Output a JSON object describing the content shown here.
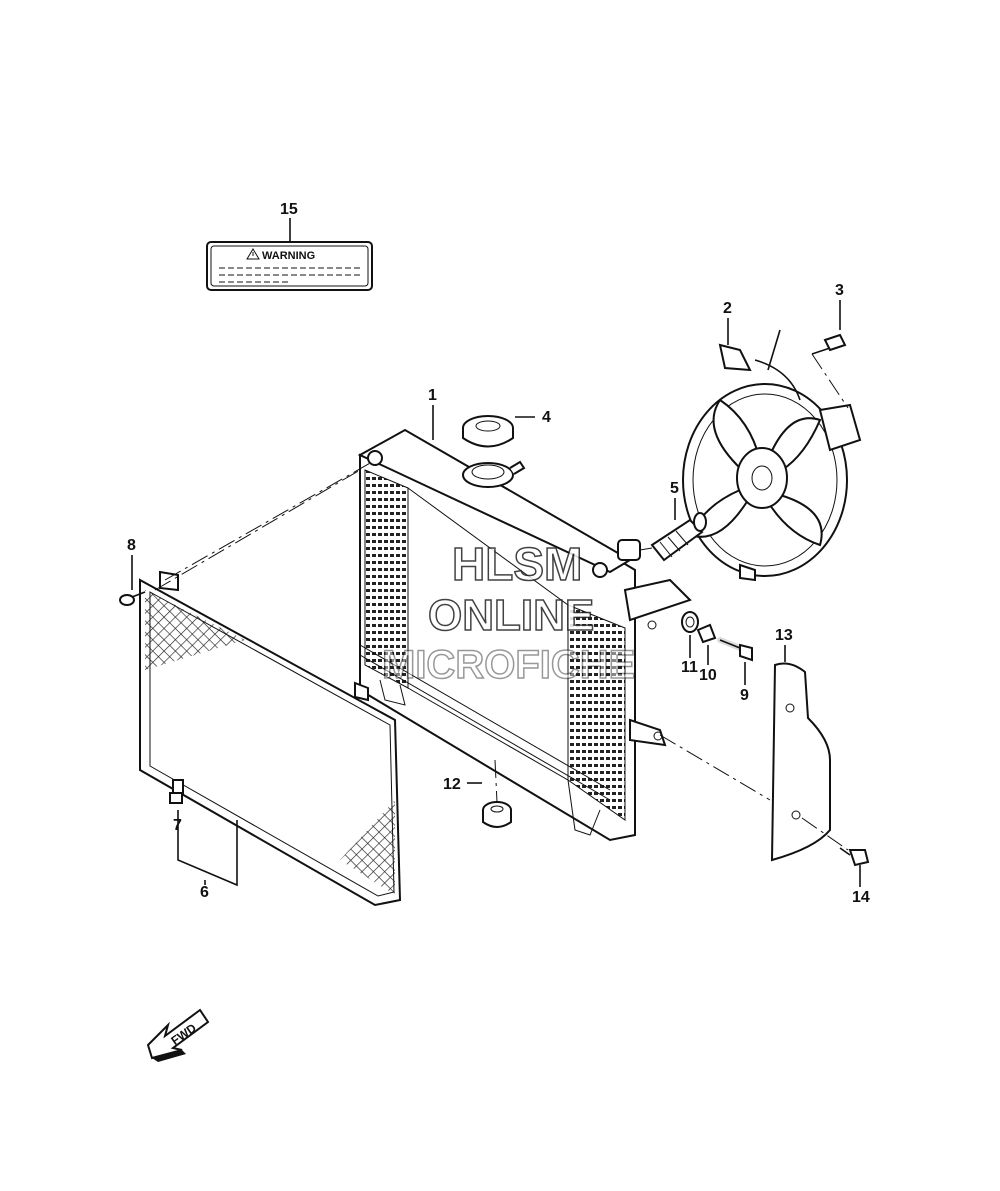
{
  "label": {
    "warning_title": "WARNING"
  },
  "watermark": {
    "line1": "HLSM",
    "line2": "ONLINE",
    "line3": "MICROFICHE"
  },
  "direction_arrow": {
    "text": "FWD"
  },
  "callouts": [
    {
      "id": "1",
      "text": "1"
    },
    {
      "id": "2",
      "text": "2"
    },
    {
      "id": "3",
      "text": "3"
    },
    {
      "id": "4",
      "text": "4"
    },
    {
      "id": "5",
      "text": "5"
    },
    {
      "id": "6",
      "text": "6"
    },
    {
      "id": "7",
      "text": "7"
    },
    {
      "id": "8",
      "text": "8"
    },
    {
      "id": "9",
      "text": "9"
    },
    {
      "id": "10",
      "text": "10"
    },
    {
      "id": "11",
      "text": "11"
    },
    {
      "id": "12",
      "text": "12"
    },
    {
      "id": "13",
      "text": "13"
    },
    {
      "id": "14",
      "text": "14"
    },
    {
      "id": "15",
      "text": "15"
    }
  ]
}
